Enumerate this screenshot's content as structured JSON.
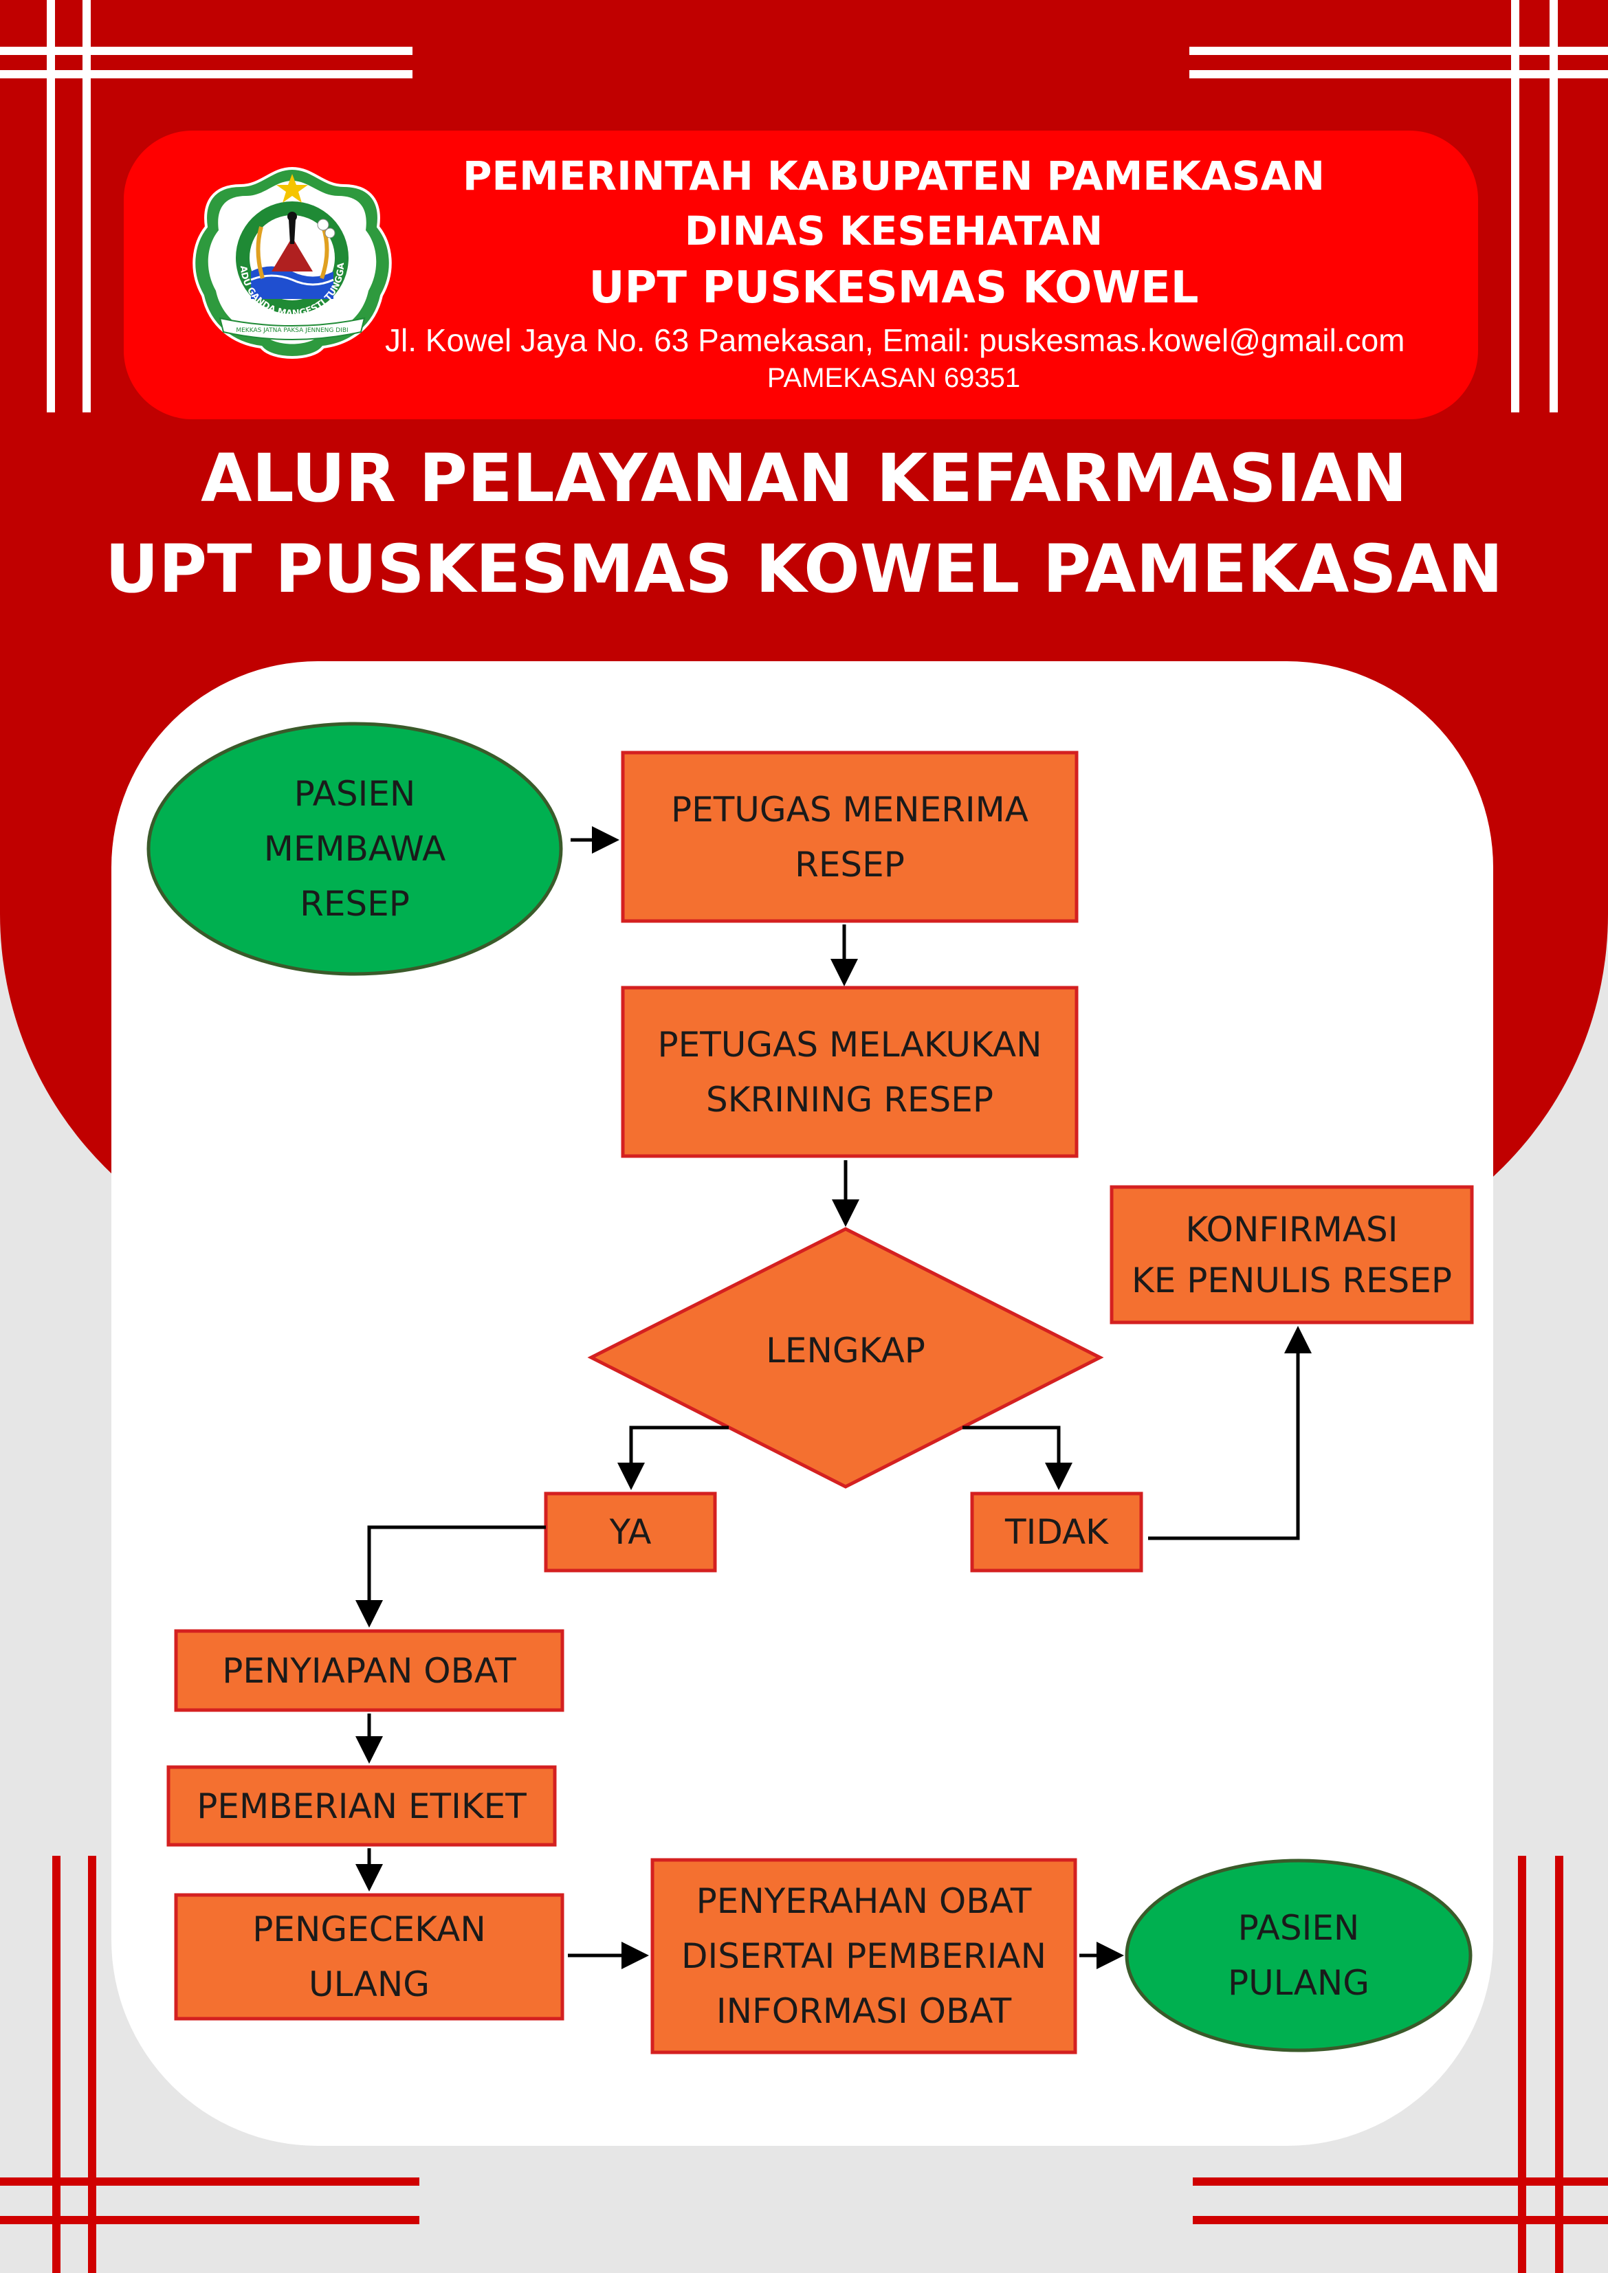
{
  "header": {
    "line1": "PEMERINTAH KABUPATEN PAMEKASAN",
    "line2": "DINAS KESEHATAN",
    "line3": "UPT PUSKESMAS KOWEL",
    "address": "Jl. Kowel Jaya No. 63 Pamekasan, Email: puskesmas.kowel@gmail.com",
    "postal": "PAMEKASAN 69351",
    "logo_arc_text": "MADU GANDA MANGESTI TUNGGAL",
    "logo_ribbon_text": "MEKKAS JATNA PAKSA JENNENG DIBI"
  },
  "title": {
    "line1": "ALUR PELAYANAN KEFARMASIAN",
    "line2": "UPT PUSKESMAS KOWEL PAMEKASAN"
  },
  "flow": {
    "start": "PASIEN\nMEMBAWA\nRESEP",
    "receive": "PETUGAS MENERIMA\nRESEP",
    "screening": "PETUGAS MELAKUKAN\nSKRINING RESEP",
    "decision": "LENGKAP",
    "yes": "YA",
    "no": "TIDAK",
    "confirm": "KONFIRMASI\nKE PENULIS RESEP",
    "prepare": "PENYIAPAN OBAT",
    "label": "PEMBERIAN ETIKET",
    "recheck": "PENGECEKAN\nULANG",
    "handover": "PENYERAHAN OBAT\nDISERTAI PEMBERIAN\nINFORMASI OBAT",
    "end": "PASIEN\nPULANG"
  },
  "colors": {
    "red_bg": "#c00000",
    "banner_red": "#ff0000",
    "box_orange": "#f47030",
    "box_border": "#d42020",
    "ellipse_green": "#00b050",
    "ellipse_border": "#3a5a2a",
    "page_grey": "#e6e6e6"
  }
}
